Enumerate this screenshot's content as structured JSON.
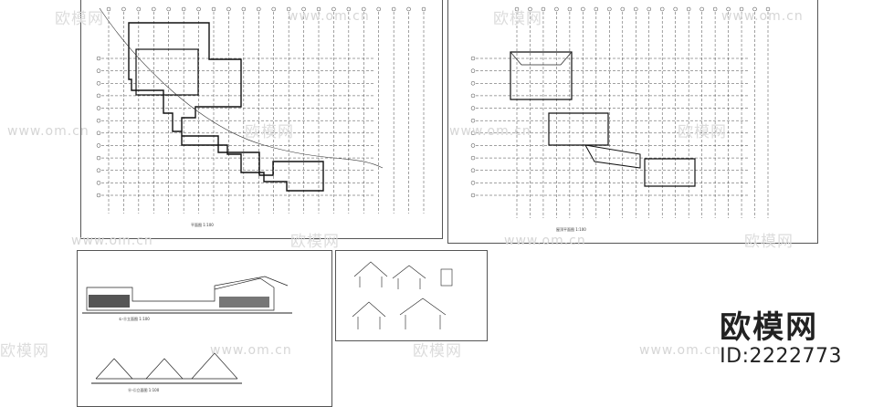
{
  "watermark": {
    "logo_text": "欧模网",
    "url_text": "www.om.cn"
  },
  "brand": {
    "title": "欧模网",
    "id_label": "ID:2222773"
  }
}
